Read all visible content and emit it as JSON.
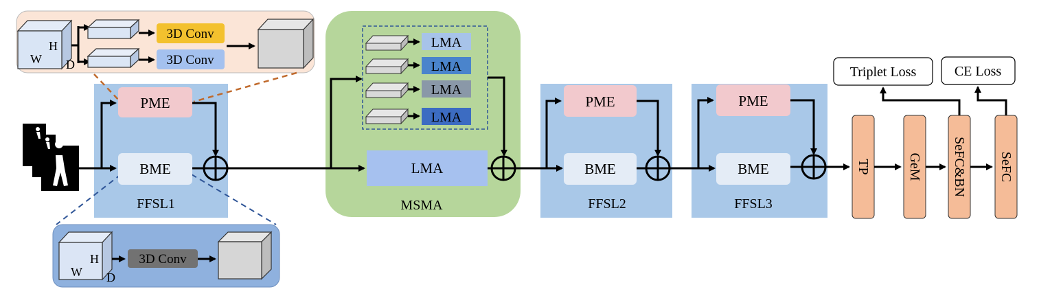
{
  "colors": {
    "ffsl_bg": "#a9c8e8",
    "pme_box": "#f2c9cd",
    "bme_box": "#e4ecf6",
    "msma_bg": "#b6d69b",
    "lma_big": "#a6c1ef",
    "lma_1": "#a7c3e9",
    "lma_2": "#4a84cc",
    "lma_3": "#8a98a8",
    "lma_4": "#3c6cc2",
    "head_box": "#f5bc98",
    "pme_panel_bg": "#fbe5d7",
    "bme_panel_bg": "#8fb1de",
    "conv_yellow": "#f3c12e",
    "conv_blue": "#a4c1ef",
    "conv_gray": "#727272"
  },
  "pme_detail": {
    "dim_w": "W",
    "dim_h": "H",
    "dim_d": "D",
    "conv_top": "3D Conv",
    "conv_bottom": "3D Conv"
  },
  "bme_detail": {
    "dim_w": "W",
    "dim_h": "H",
    "dim_d": "D",
    "conv": "3D Conv"
  },
  "ffsl1": {
    "pme": "PME",
    "bme": "BME",
    "title": "FFSL1"
  },
  "msma": {
    "title": "MSMA",
    "lma_main": "LMA",
    "lma_branches": [
      "LMA",
      "LMA",
      "LMA",
      "LMA"
    ]
  },
  "ffsl2": {
    "pme": "PME",
    "bme": "BME",
    "title": "FFSL2"
  },
  "ffsl3": {
    "pme": "PME",
    "bme": "BME",
    "title": "FFSL3"
  },
  "head": {
    "blocks": [
      "TP",
      "GeM",
      "SeFC&BN",
      "SeFC"
    ],
    "triplet_loss": "Triplet Loss",
    "ce_loss": "CE Loss"
  }
}
